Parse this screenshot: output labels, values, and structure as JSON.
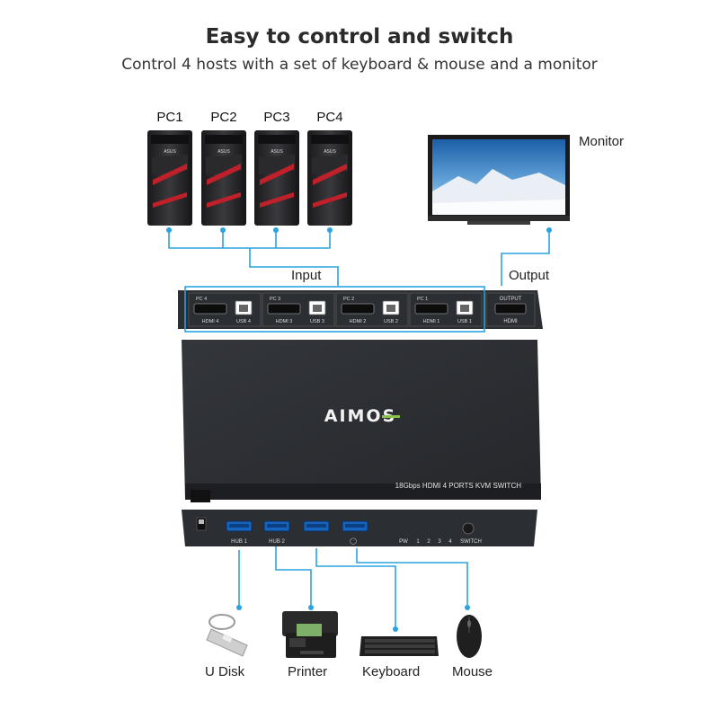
{
  "header": {
    "title": "Easy to control and switch",
    "subtitle": "Control 4 hosts with a set of keyboard & mouse and a monitor"
  },
  "pcs": [
    {
      "label": "PC1"
    },
    {
      "label": "PC2"
    },
    {
      "label": "PC3"
    },
    {
      "label": "PC4"
    }
  ],
  "pc_badge": "ASUS",
  "monitor": {
    "label": "Monitor"
  },
  "connections": {
    "input_label": "Input",
    "output_label": "Output"
  },
  "rear_panel": {
    "ports": [
      {
        "pc": "PC 4",
        "hdmi": "HDMI 4",
        "usb": "USB 4"
      },
      {
        "pc": "PC 3",
        "hdmi": "HDMI 3",
        "usb": "USB 3"
      },
      {
        "pc": "PC 2",
        "hdmi": "HDMI 2",
        "usb": "USB 2"
      },
      {
        "pc": "PC 1",
        "hdmi": "HDMI 1",
        "usb": "USB 1"
      }
    ],
    "output_title": "OUTPUT",
    "output_hdmi": "HDMI"
  },
  "device": {
    "brand": "AIMOS",
    "model": "18Gbps HDMI 4 PORTS KVM SWITCH"
  },
  "front_panel": {
    "usb_ports": [
      "HUB 1",
      "HUB 2",
      "",
      ""
    ],
    "indicators": [
      "PW",
      "1",
      "2",
      "3",
      "4"
    ],
    "switch_label": "SWITCH"
  },
  "peripherals": [
    {
      "label": "U Disk"
    },
    {
      "label": "Printer"
    },
    {
      "label": "Keyboard"
    },
    {
      "label": "Mouse"
    }
  ],
  "colors": {
    "connector_line": "#2aa3df",
    "device_body": "#2b2e33",
    "pc_accent": "#c0202a"
  }
}
